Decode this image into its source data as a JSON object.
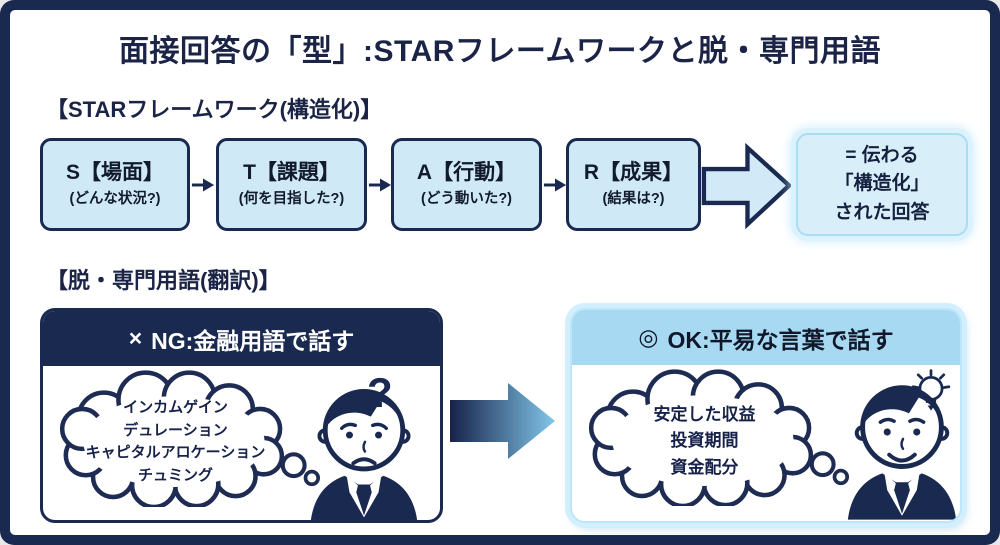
{
  "title": "面接回答の「型」:STARフレームワークと脱・専門用語",
  "colors": {
    "navy": "#1a2950",
    "box_blue": "#cfe9f6",
    "header_blue": "#a7daf2",
    "glow_blue": "#c3ebfc"
  },
  "star_section": {
    "heading": "【STARフレームワーク(構造化)】",
    "steps": [
      {
        "label": "S【場面】",
        "question": "(どんな状況?)"
      },
      {
        "label": "T【課題】",
        "question": "(何を目指した?)"
      },
      {
        "label": "A【行動】",
        "question": "(どう動いた?)"
      },
      {
        "label": "R【成果】",
        "question": "(結果は?)"
      }
    ],
    "result": {
      "line1": "= 伝わる",
      "line2": "「構造化」",
      "line3": "された回答"
    }
  },
  "jargon_section": {
    "heading": "【脱・専門用語(翻訳)】",
    "ng": {
      "mark": "×",
      "title": "NG:金融用語で話す",
      "cloud_lines": [
        "インカムゲイン",
        "デュレーション",
        "キャピタルアロケーション",
        "チュミング"
      ],
      "question_mark": "?"
    },
    "ok": {
      "mark": "◎",
      "title": "OK:平易な言葉で話す",
      "cloud_lines": [
        "安定した収益",
        "投資期間",
        "資金配分"
      ]
    }
  }
}
